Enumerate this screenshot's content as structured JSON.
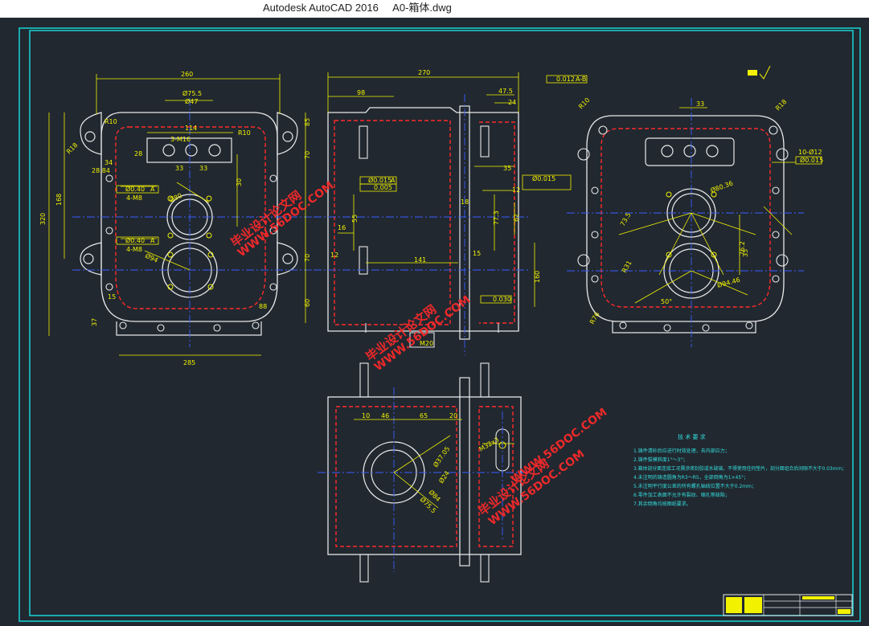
{
  "window": {
    "app_name": "Autodesk AutoCAD 2016",
    "file_name": "A0-箱体.dwg"
  },
  "colors": {
    "canvas_bg": "#212830",
    "border": "#19d6d6",
    "outline": "#e8e8e8",
    "dimension": "#f2f200",
    "hidden_line": "#ff2a2a",
    "center_line": "#3a5cff",
    "watermark": "#ff2a2a",
    "notes": "#33dddd"
  },
  "views": {
    "left": {
      "dims": {
        "width_top": "260",
        "d_top1": "Ø75.5",
        "d_top2": "Ø47",
        "span_114": "114",
        "holes": "3-M16",
        "h_28": "28",
        "c_34": "34",
        "c_33a": "33",
        "c_33b": "33",
        "d_284": "28.84",
        "h_320": "320",
        "h_168": "168",
        "h_70a": "70",
        "h_70b": "70",
        "h_60": "60",
        "h_85": "85",
        "h_30": "30",
        "r_10a": "R10",
        "r_10b": "R10",
        "r_18": "R18",
        "tol1": "Ø0.40",
        "tol1_ref": "A",
        "tol2": "Ø0.40",
        "tol2_ref": "A",
        "thread1": "4-M8",
        "thread2": "4-M8",
        "bore1": "Ø80",
        "bore2": "Ø94",
        "base_37": "37",
        "base_15": "15",
        "base_88": "88",
        "base_285": "285"
      }
    },
    "middle": {
      "dims": {
        "width_top": "270",
        "tol_flat": "0.012",
        "tol_ref": "A-B",
        "d_98": "98",
        "d_475": "47.5",
        "d_24": "24",
        "d_35": "35",
        "d_18": "18",
        "d_12": "12",
        "d_141": "141",
        "d_15": "15",
        "d_16": "16",
        "d_55": "55",
        "d_773": "77.3",
        "d_62": "62",
        "d_160": "160",
        "d_12b": "12",
        "d_m20": "M20",
        "tol_pos": "Ø0.015",
        "tol_pos_ref": "A",
        "tol_val2": "0.005",
        "tol_par": "0.030"
      }
    },
    "right": {
      "dims": {
        "r_10": "R10",
        "r_18": "R18",
        "d_33": "33",
        "holes": "10-Ø12",
        "tol": "Ø0.015",
        "bore1": "Ø80.36",
        "bore2": "Ø94.46",
        "d_735": "73.5",
        "d_762": "76.2",
        "r_31": "R31",
        "r_76": "R76",
        "ang": "50°",
        "d_35": "35"
      }
    },
    "bottom": {
      "dims": {
        "d_10": "10",
        "d_46": "46",
        "d_65": "65",
        "d_20": "20",
        "bore1": "Ø37.05",
        "bore2": "Ø24",
        "bore3": "Ø75.5",
        "bore4": "Ø84",
        "slot": "M32x3"
      }
    }
  },
  "tech_notes": {
    "title": "技 术 要 求",
    "lines": [
      "1.铸件清砂后应进行时效处理，去内部应力；",
      "2.铸件拔模斜度1°～3°；",
      "3.箱体剖分面连接工况需涂密封胶或水玻璃，不得使用任何垫片，剖分面组合后间隙不大于0.03mm；",
      "4.未注明的铸造圆角为R3～R5，全部倒角为1×45°；",
      "5.未注明平行度公差的所有螺孔轴线位置不大于0.2mm；",
      "6.零件加工表面不允许有裂纹、缩孔等缺陷；",
      "7.其余倒角均按图纸要求。"
    ]
  },
  "watermark": {
    "brand": "毕业设计论文网",
    "url": "WWW.56DOC.COM"
  }
}
